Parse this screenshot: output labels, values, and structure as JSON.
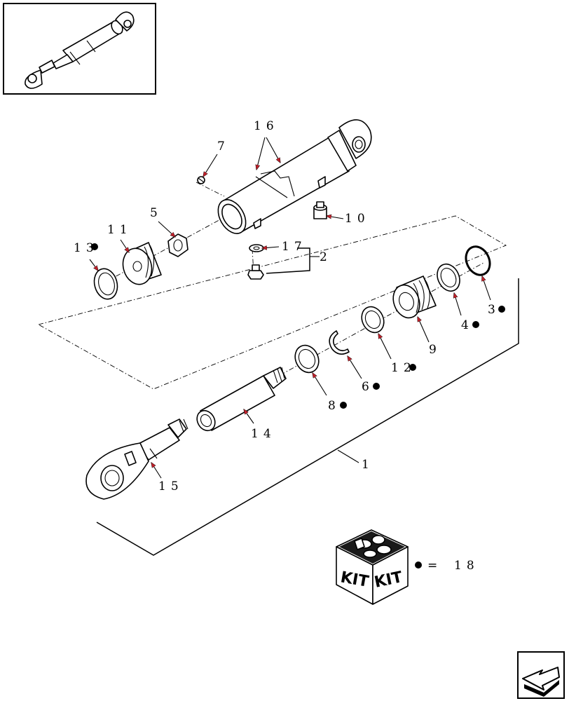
{
  "labels": {
    "p1": "1",
    "p2": "2",
    "p3": "3",
    "p4": "4",
    "p5": "5",
    "p6": "6",
    "p7": "7",
    "p8": "8",
    "p9": "9",
    "p10": "10",
    "p11": "11",
    "p12": "12",
    "p13": "13",
    "p14": "14",
    "p15": "15",
    "p16": "16",
    "p17": "17"
  },
  "kit": {
    "box_text_left": "KIT",
    "box_text_right": "KIT",
    "equals": "=",
    "number": "18"
  },
  "kit_marker_parts": [
    "3",
    "4",
    "6",
    "8",
    "12",
    "13"
  ],
  "icons": {
    "thumbnail": "cylinder-thumbnail-icon",
    "navigation": "next-page-arrow-icon",
    "kit": "kit-box-icon"
  }
}
